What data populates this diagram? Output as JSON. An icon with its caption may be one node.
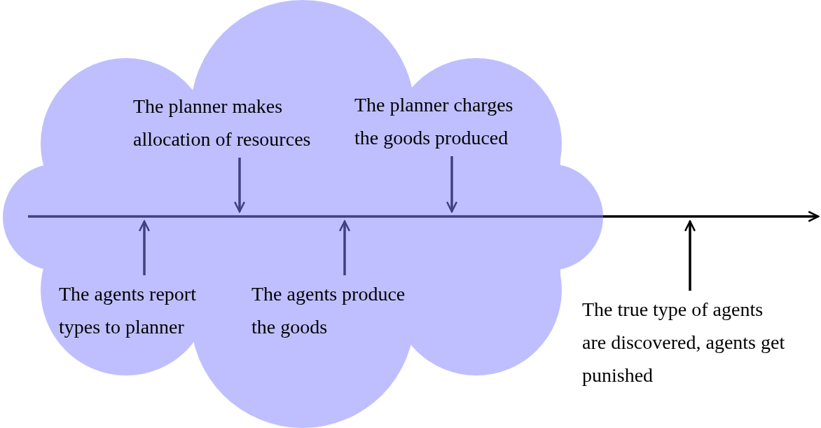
{
  "diagram": {
    "nodes": [
      {
        "text": [],
        "shape": "cloud"
      },
      {
        "text": [
          "The planner makes allocation of resources"
        ],
        "in": 0
      },
      {
        "text": [
          "The planner charges the goods produced"
        ],
        "in": 0
      },
      {
        "text": [
          "The agents report types to planner"
        ],
        "in": 0
      },
      {
        "text": [
          "The agents produce the goods"
        ],
        "in": 0
      },
      {
        "text": [
          "The true type of agents are discovered, agents get punished"
        ]
      }
    ],
    "edges": [
      {
        "from": 1,
        "to": null,
        "arrow": "to"
      },
      {
        "from": 2,
        "to": null,
        "arrow": "to"
      },
      {
        "from": 3,
        "to": null,
        "arrow": "to"
      },
      {
        "from": 4,
        "to": null,
        "arrow": "to"
      },
      {
        "from": 5,
        "to": null,
        "arrow": "to"
      }
    ]
  }
}
